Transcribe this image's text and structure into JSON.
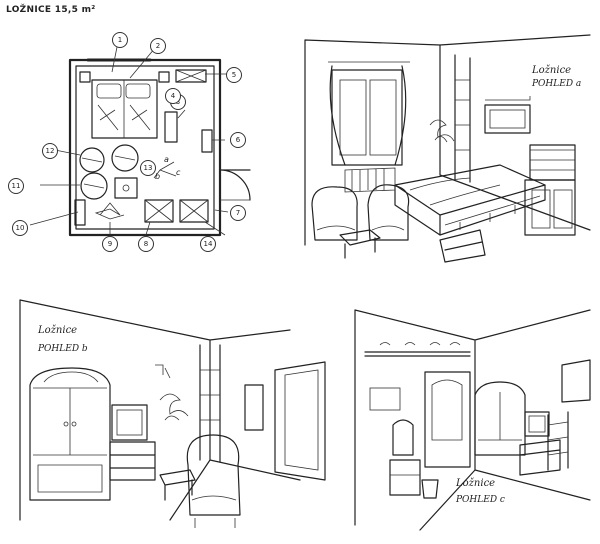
{
  "sheet": {
    "title": "LOŽNICE 15,5 m²"
  },
  "views": [
    {
      "id": "a",
      "word": "Ložnice",
      "label": "POHLED a"
    },
    {
      "id": "b",
      "word": "Ložnice",
      "label": "POHLED b"
    },
    {
      "id": "c",
      "word": "Ložnice",
      "label": "POHLED c"
    }
  ],
  "plan": {
    "callouts": [
      "1",
      "2",
      "3",
      "4",
      "5",
      "6",
      "7",
      "8",
      "9",
      "10",
      "11",
      "12",
      "13",
      "14"
    ],
    "view_marks": [
      "a",
      "b",
      "c"
    ]
  }
}
